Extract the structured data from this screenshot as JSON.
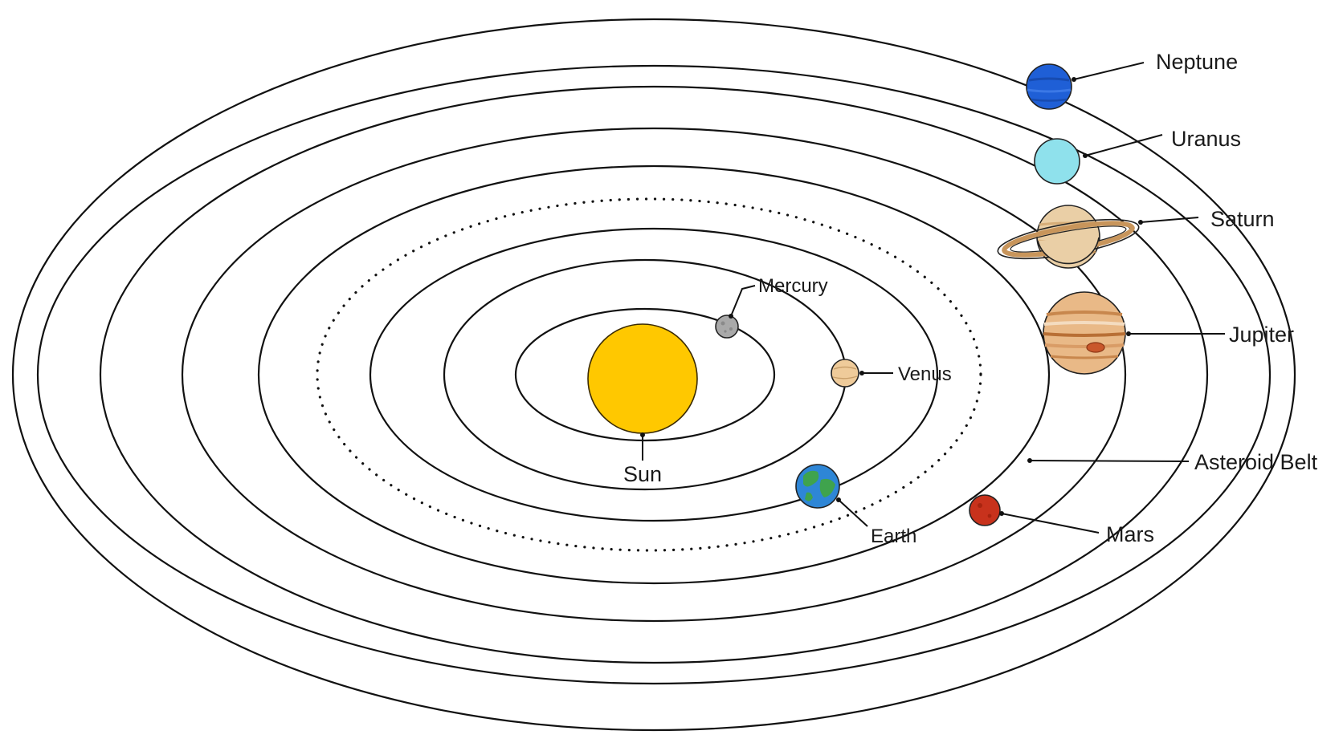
{
  "labels": {
    "sun": "Sun",
    "mercury": "Mercury",
    "venus": "Venus",
    "earth": "Earth",
    "mars": "Mars",
    "asteroid_belt": "Asteroid Belt",
    "jupiter": "Jupiter",
    "saturn": "Saturn",
    "uranus": "Uranus",
    "neptune": "Neptune"
  },
  "colors": {
    "sun": "#FFC800",
    "mercury": "#A9A9A9",
    "venus": "#EFCB9A",
    "earth_ocean": "#2E86D6",
    "earth_land": "#3FA34D",
    "mars": "#C8321C",
    "jupiter": "#E9B987",
    "saturn": "#EACFA6",
    "uranus": "#8FE1EC",
    "neptune": "#1F5FD6"
  }
}
